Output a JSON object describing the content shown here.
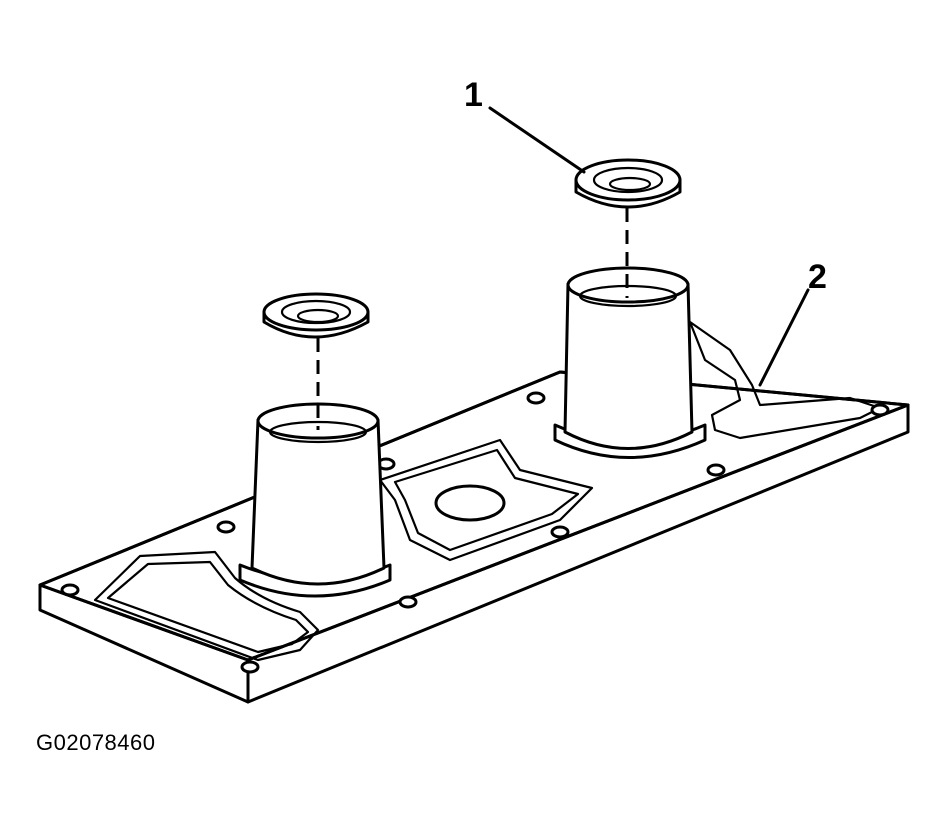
{
  "labels": {
    "callout_1": "1",
    "callout_2": "2",
    "figure_id": "G02078460"
  },
  "colors": {
    "line": "#000000",
    "background": "#ffffff"
  }
}
